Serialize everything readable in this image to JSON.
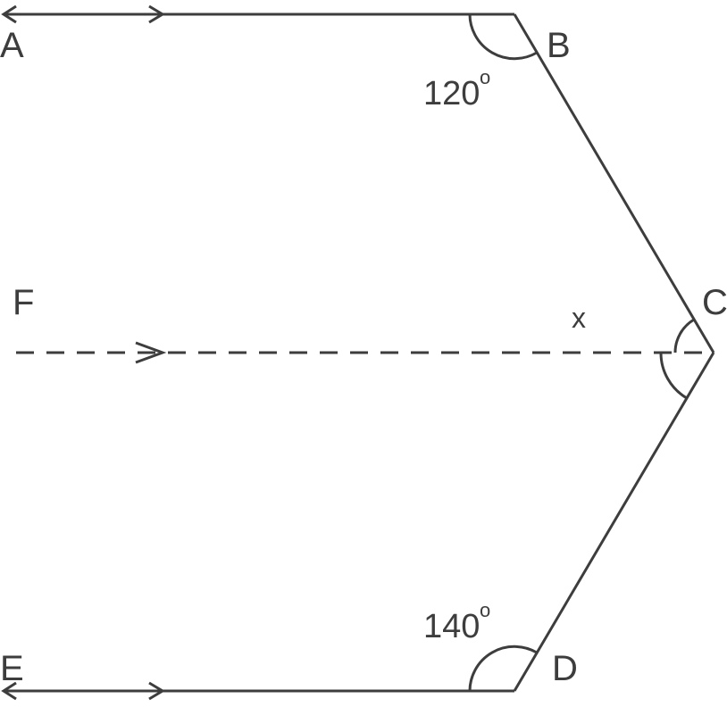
{
  "points": {
    "A": "A",
    "B": "B",
    "C": "C",
    "D": "D",
    "E": "E",
    "F": "F"
  },
  "angles": {
    "angle_B_value": "120",
    "angle_B_degree": "o",
    "angle_D_value": "140",
    "angle_D_degree": "o",
    "angle_C_label": "x"
  }
}
